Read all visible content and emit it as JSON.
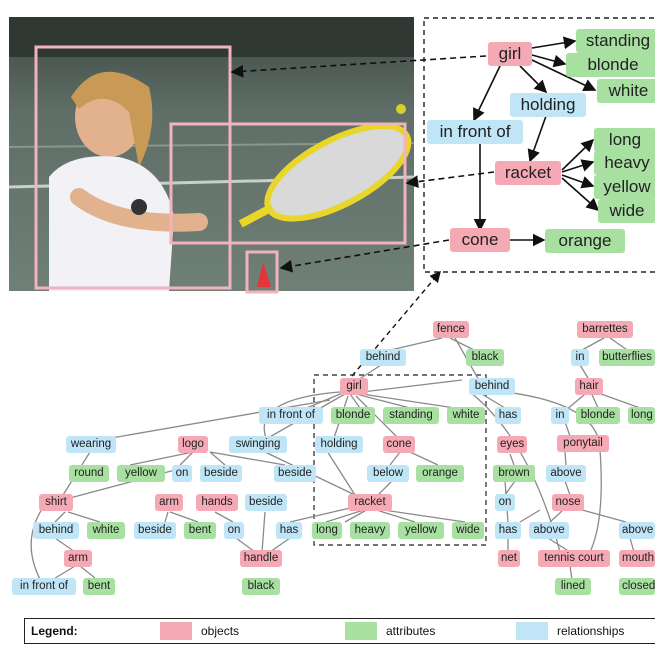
{
  "colors": {
    "objects": "#f4a9b5",
    "attributes": "#a8e0a2",
    "relationships": "#bfe5f7"
  },
  "top_graph": {
    "girl": "girl",
    "standing": "standing",
    "blonde": "blonde",
    "white": "white",
    "holding": "holding",
    "in_front_of": "in front of",
    "racket": "racket",
    "long": "long",
    "heavy": "heavy",
    "yellow": "yellow",
    "wide": "wide",
    "cone": "cone",
    "orange": "orange"
  },
  "bottom_graph": {
    "fence": "fence",
    "barrettes": "barrettes",
    "behind1": "behind",
    "black1": "black",
    "in1": "in",
    "butterflies": "butterflies",
    "girl": "girl",
    "behind2": "behind",
    "hair": "hair",
    "in_front_of": "in front of",
    "blonde": "blonde",
    "standing": "standing",
    "white": "white",
    "has1": "has",
    "in2": "in",
    "blonde2": "blonde",
    "long2": "long",
    "ponytail": "ponytail",
    "wearing": "wearing",
    "logo": "logo",
    "swinging": "swinging",
    "holding": "holding",
    "cone": "cone",
    "eyes": "eyes",
    "round": "round",
    "yellow": "yellow",
    "on1": "on",
    "beside1": "beside",
    "beside2": "beside",
    "below": "below",
    "orange": "orange",
    "brown": "brown",
    "above1": "above",
    "shirt": "shirt",
    "arm1": "arm",
    "hands": "hands",
    "beside3": "beside",
    "racket": "racket",
    "on2": "on",
    "nose": "nose",
    "behind3": "behind",
    "white2": "white",
    "beside4": "beside",
    "bent1": "bent",
    "on3": "on",
    "has2": "has",
    "long": "long",
    "heavy": "heavy",
    "yellow2": "yellow",
    "wide": "wide",
    "has3": "has",
    "above2": "above",
    "above3": "above",
    "arm2": "arm",
    "handle": "handle",
    "net": "net",
    "tennis_court": "tennis court",
    "mouth": "mouth",
    "in_front_of2": "in front of",
    "bent2": "bent",
    "black2": "black",
    "lined": "lined",
    "closed": "closed"
  },
  "legend": {
    "title": "Legend:",
    "objects": "objects",
    "attributes": "attributes",
    "relationships": "relationships"
  }
}
